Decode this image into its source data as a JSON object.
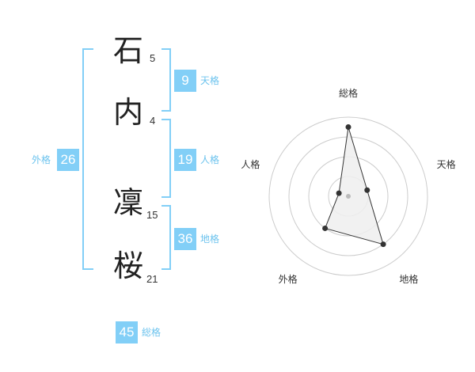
{
  "name": {
    "chars": [
      {
        "char": "石",
        "strokes": "5"
      },
      {
        "char": "内",
        "strokes": "4"
      },
      {
        "char": "凜",
        "strokes": "15"
      },
      {
        "char": "桜",
        "strokes": "21"
      }
    ]
  },
  "kakusu": {
    "tenkaku": {
      "value": "9",
      "label": "天格"
    },
    "jinkaku": {
      "value": "19",
      "label": "人格"
    },
    "chikaku": {
      "value": "36",
      "label": "地格"
    },
    "gaikaku": {
      "value": "26",
      "label": "外格"
    },
    "soukaku": {
      "value": "45",
      "label": "総格"
    }
  },
  "chart_data": {
    "type": "radar",
    "axes": [
      "総格",
      "天格",
      "地格",
      "外格",
      "人格"
    ],
    "levels": 4,
    "max": 4,
    "values": [
      3.5,
      1,
      3,
      2,
      0.5
    ],
    "colors": {
      "fill": "#eeeeee",
      "stroke": "#333333",
      "grid": "#cccccc",
      "center": "#bbbbbb"
    }
  },
  "colors": {
    "accent": "#82cff7",
    "label": "#6cc3ee"
  }
}
